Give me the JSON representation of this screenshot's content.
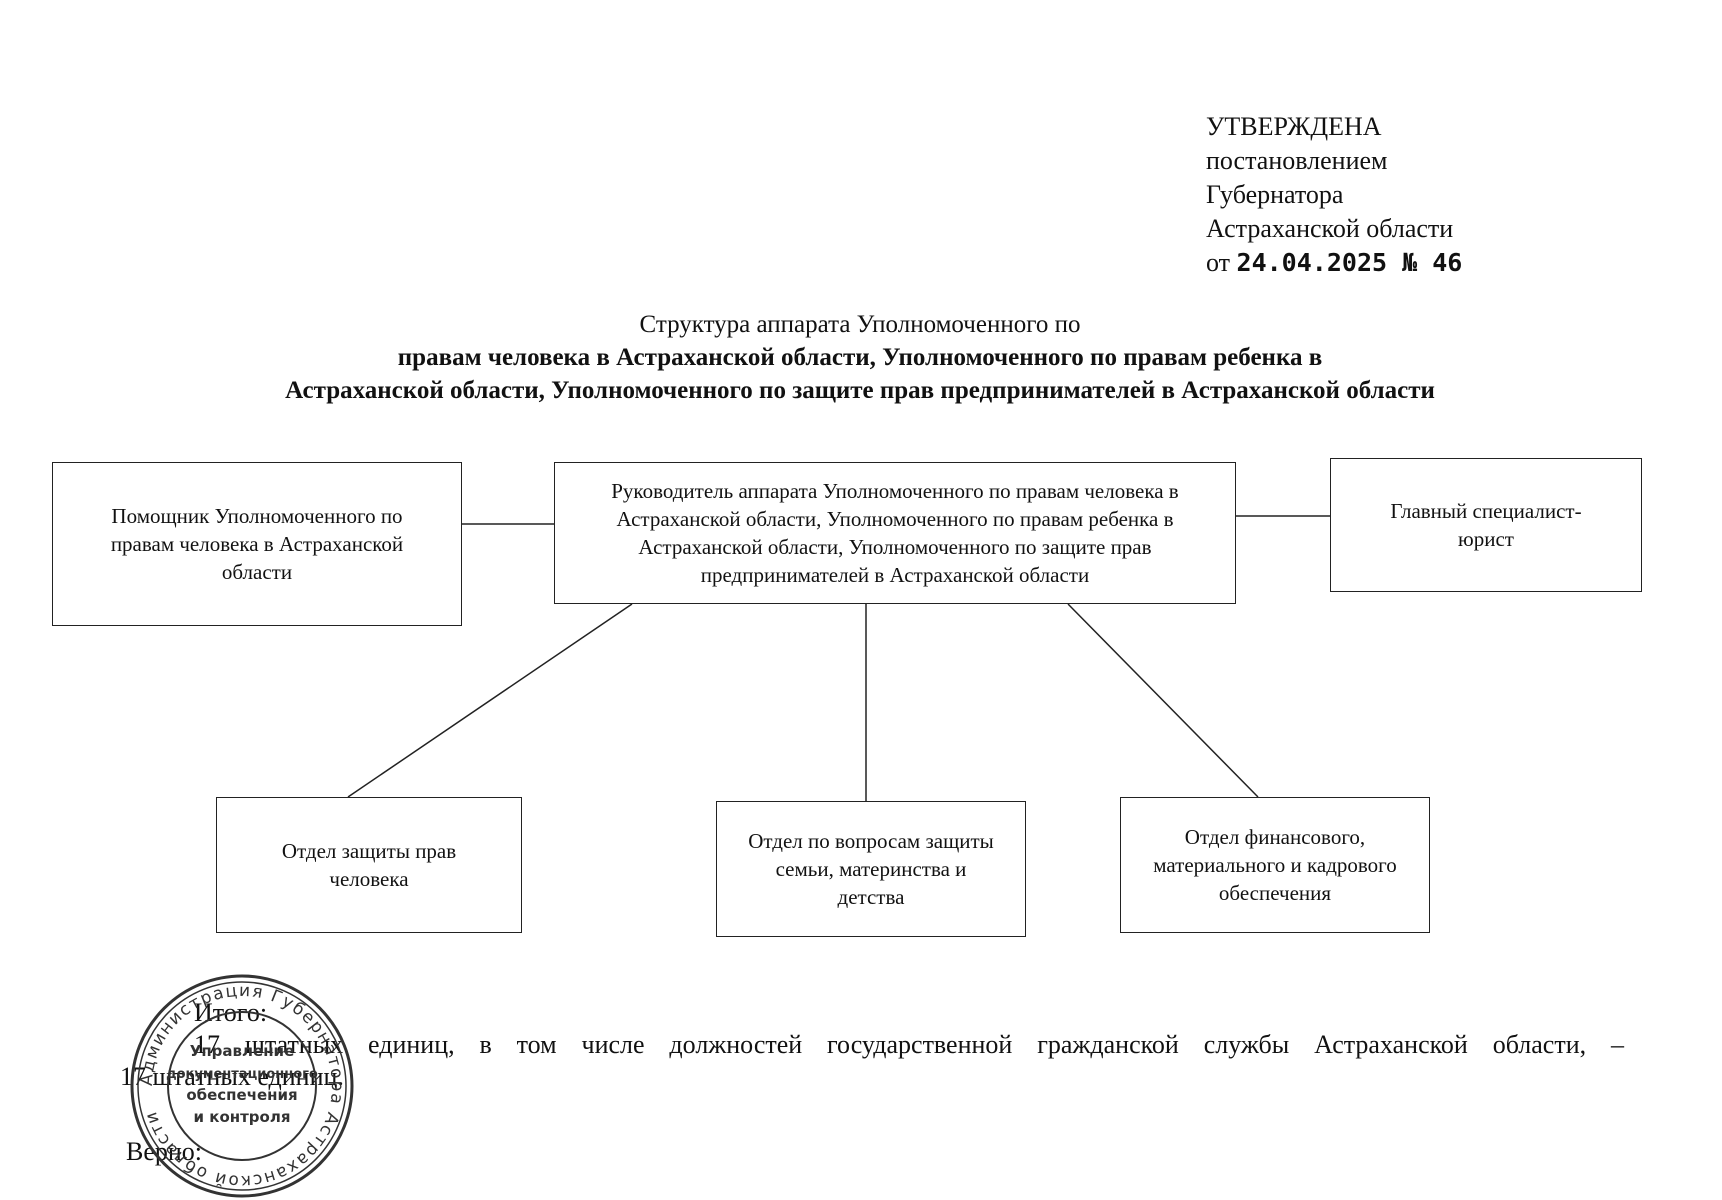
{
  "approval": {
    "line1": "УТВЕРЖДЕНА",
    "line2": "постановлением",
    "line3": "Губернатора",
    "line4": "Астраханской области",
    "date_prefix": "от",
    "date_value": "24.04.2025 № 46"
  },
  "title": {
    "line1": "Структура аппарата Уполномоченного по",
    "line2": "правам человека в Астраханской области, Уполномоченного по правам ребенка в",
    "line3": "Астраханской области, Уполномоченного по защите прав предпринимателей в Астраханской области"
  },
  "boxes": {
    "head": "Руководитель аппарата Уполномоченного по правам человека в Астраханской области, Уполномоченного по правам ребенка в Астраханской области, Уполномоченного по защите прав предпринимателей в Астраханской области",
    "assistant": "Помощник Уполномоченного по правам человека в Астраханской области",
    "lawyer": "Главный специалист-юрист",
    "dept_rights": "Отдел защиты прав человека",
    "dept_family": "Отдел по вопросам защиты семьи, материнства и детства",
    "dept_finance": "Отдел финансового, материального и кадрового обеспечения"
  },
  "footer": {
    "total_label": "Итого:",
    "total_text_line1": "17 штатных единиц, в том числе должностей государственной гражданской службы Астраханской области, –",
    "total_text_line2": "17 штатных единиц.",
    "verified": "Верно:"
  },
  "stamp": {
    "ring_text": "Администрация Губернатора Астраханской области",
    "center_line1": "Управление",
    "center_line2": "документационного",
    "center_line3": "обеспечения",
    "center_line4": "и контроля"
  }
}
